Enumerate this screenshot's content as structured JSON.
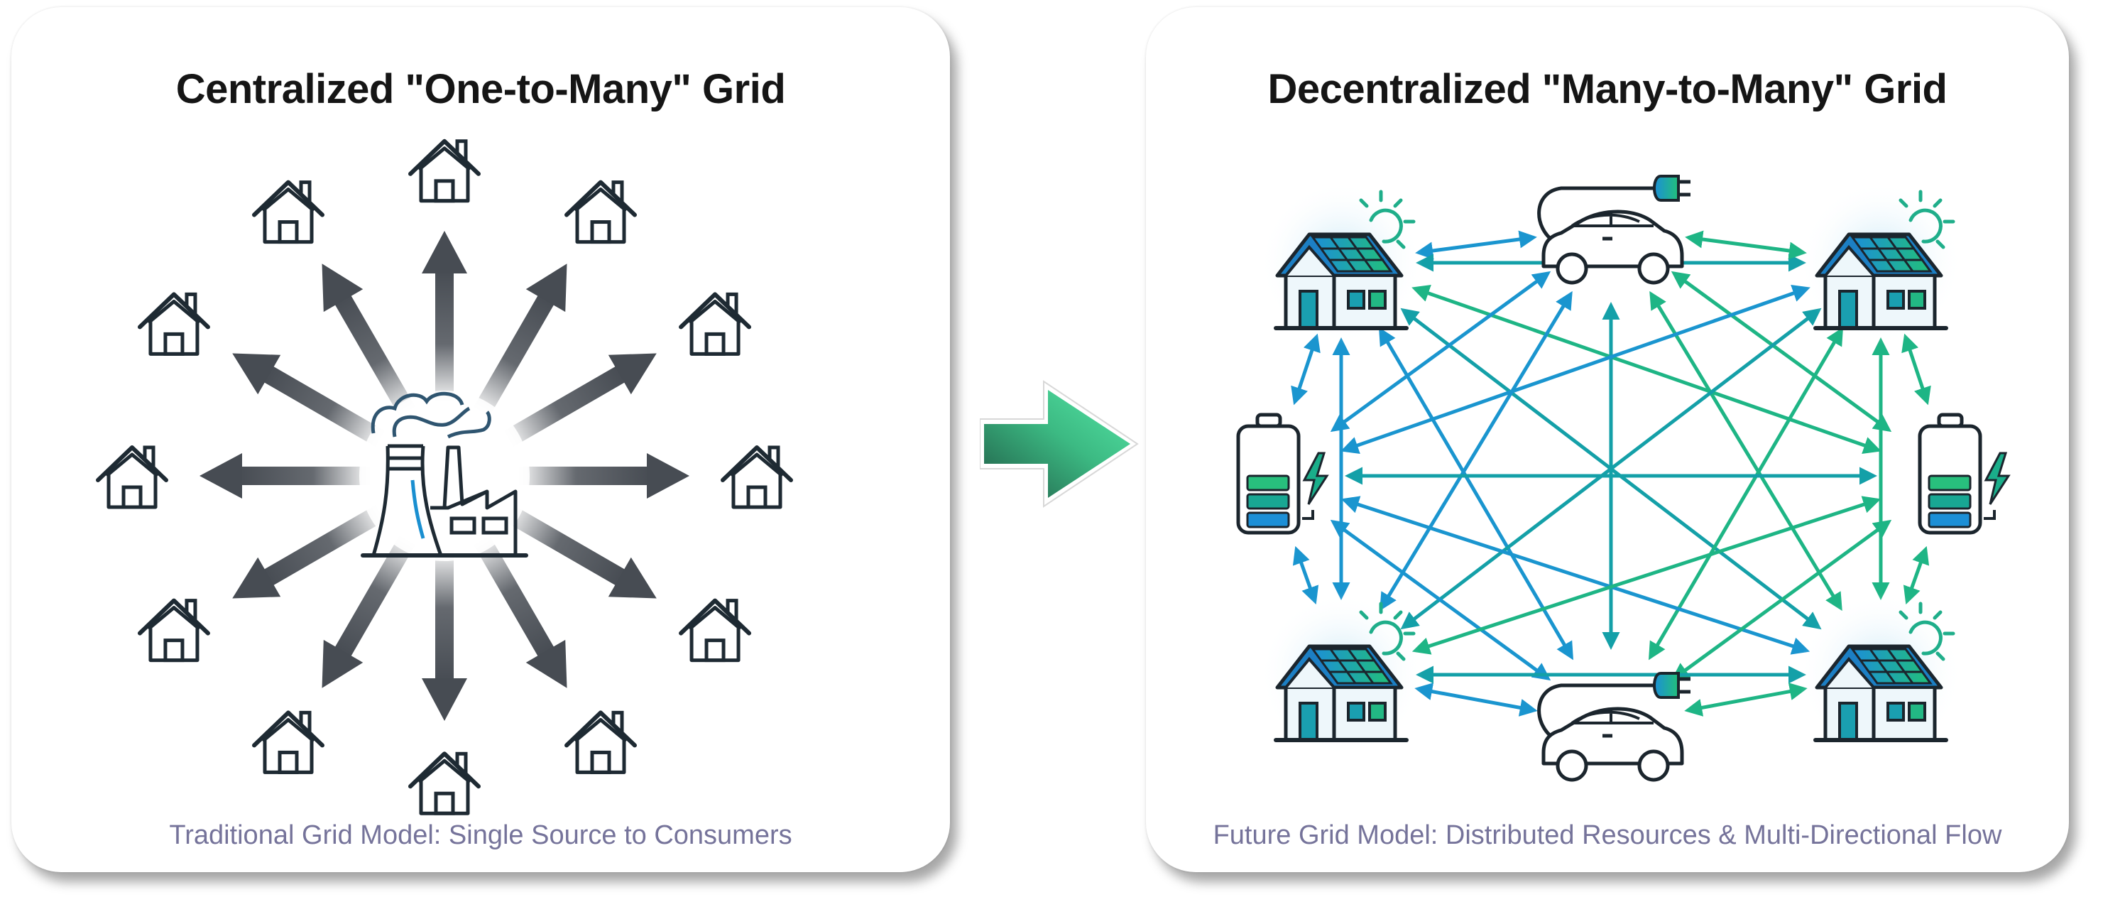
{
  "left_panel": {
    "title": "Centralized \"One-to-Many\" Grid",
    "subtitle": "Traditional Grid Model: Single Source to Consumers",
    "center_icon": "power-plant-icon",
    "consumer_icon": "house-icon",
    "consumer_count": 12,
    "flow_direction": "one-way outward",
    "colors": {
      "arrow": "#4a4f56",
      "icon_stroke": "#1e2a33",
      "smoke": "#2f5570",
      "accent": "#1a8fd0"
    }
  },
  "transition": {
    "icon": "right-arrow-icon",
    "colors": {
      "start": "#1f5a45",
      "end": "#4fe0a0"
    }
  },
  "right_panel": {
    "title": "Decentralized \"Many-to-Many\" Grid",
    "subtitle": "Future Grid Model: Distributed Resources & Multi-Directional Flow",
    "nodes": [
      {
        "id": "house-top-left",
        "icon": "solar-house-icon"
      },
      {
        "id": "ev-top",
        "icon": "electric-car-icon"
      },
      {
        "id": "house-top-right",
        "icon": "solar-house-icon"
      },
      {
        "id": "battery-left",
        "icon": "battery-charging-icon"
      },
      {
        "id": "battery-right",
        "icon": "battery-charging-icon"
      },
      {
        "id": "house-bottom-left",
        "icon": "solar-house-icon"
      },
      {
        "id": "ev-bottom",
        "icon": "electric-car-icon"
      },
      {
        "id": "house-bottom-right",
        "icon": "solar-house-icon"
      }
    ],
    "flow_direction": "bidirectional between all nodes",
    "colors": {
      "blue": "#1c8fd6",
      "green": "#22c07a",
      "teal": "#149aa0",
      "icon_stroke": "#1b252d"
    }
  }
}
